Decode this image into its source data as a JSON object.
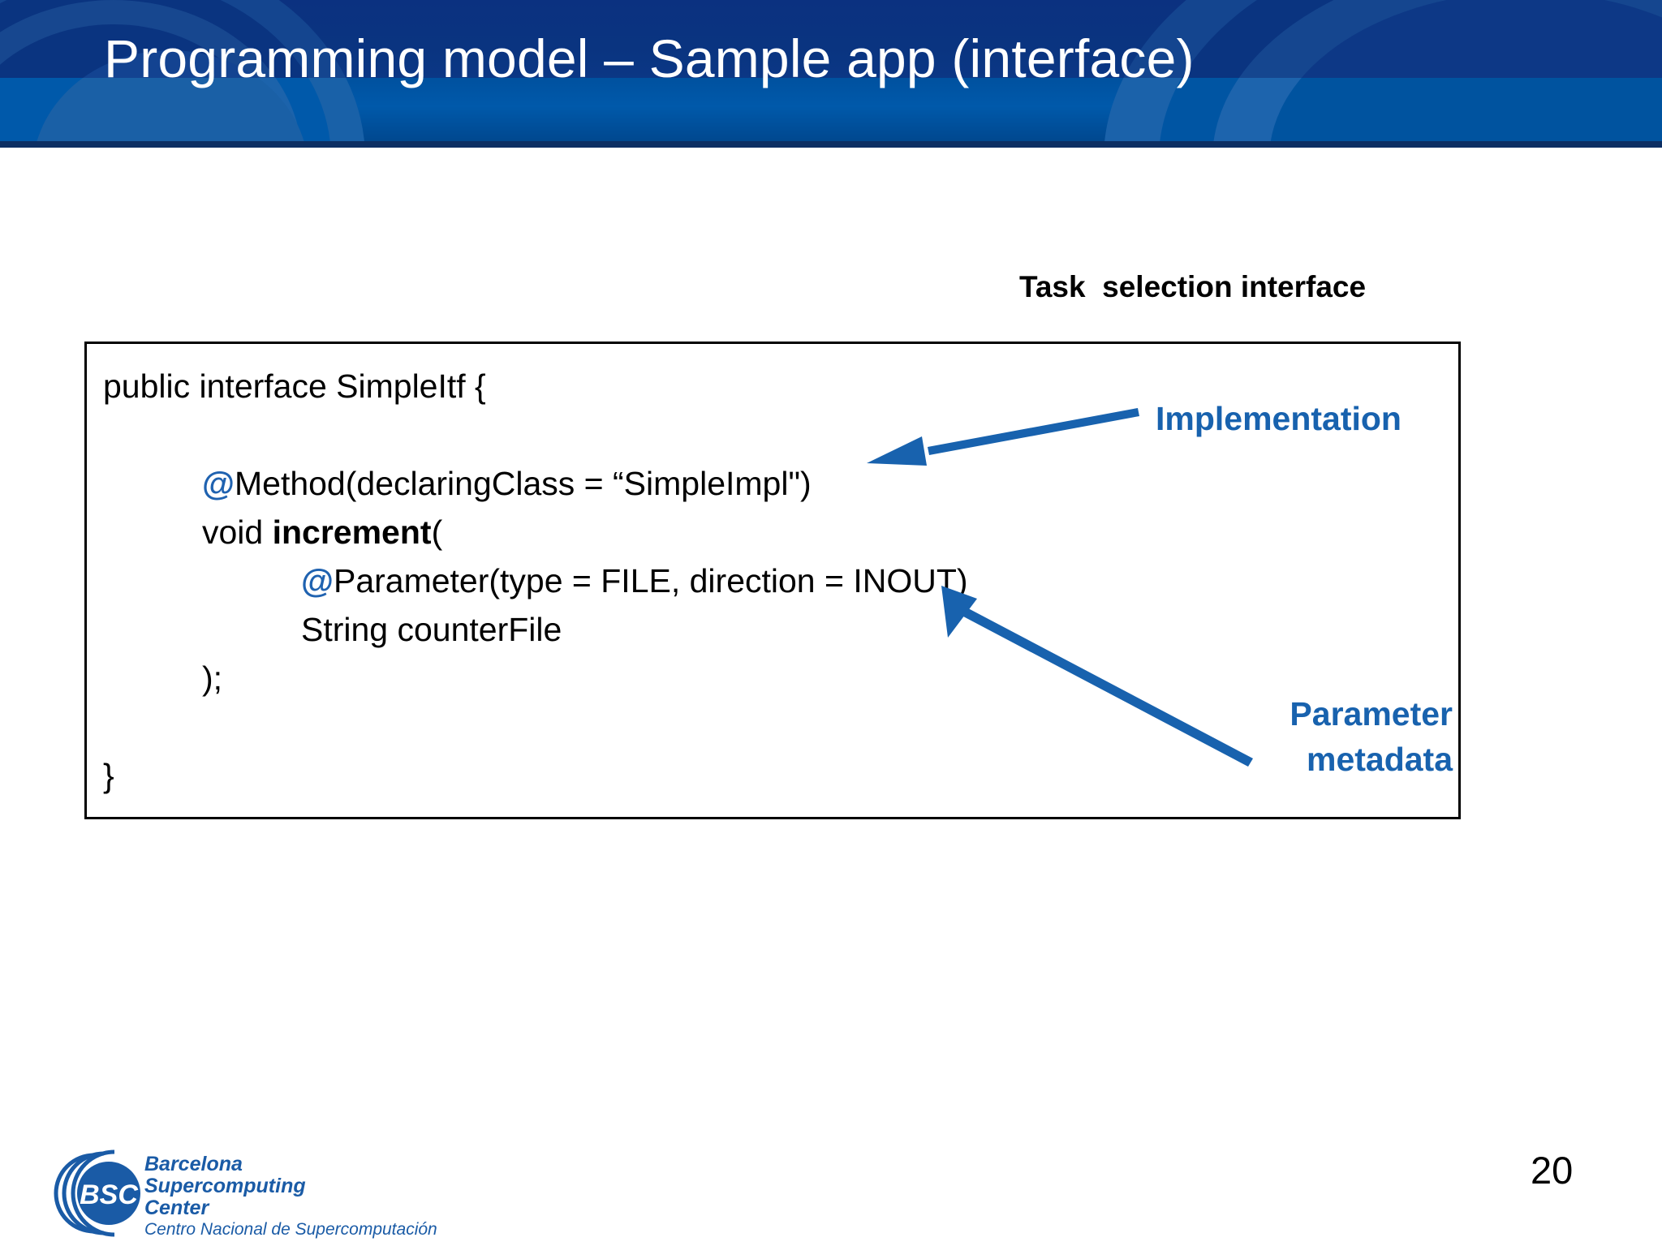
{
  "slide": {
    "title": "Programming model – Sample app (interface)",
    "page_number": "20"
  },
  "colors": {
    "banner_top": "#0a3480",
    "banner_bottom": "#0059aa",
    "banner_rule": "#0d2f63",
    "annotation_blue": "#1862ae",
    "at_sign_blue": "#1f62b0",
    "logo_blue": "#1a5ba6",
    "box_border": "#000000",
    "title_text": "#ffffff"
  },
  "callouts": {
    "task_selection": "Task  selection interface"
  },
  "code": {
    "lines": [
      {
        "indent": 0,
        "segments": [
          {
            "text": "public interface SimpleItf {",
            "style": "plain"
          }
        ]
      },
      {
        "indent": 0,
        "segments": [
          {
            "text": "",
            "style": "plain"
          }
        ]
      },
      {
        "indent": 1,
        "segments": [
          {
            "text": "@",
            "style": "at"
          },
          {
            "text": "Method(declaringClass = “SimpleImpl\")",
            "style": "plain"
          }
        ]
      },
      {
        "indent": 1,
        "segments": [
          {
            "text": "void ",
            "style": "plain"
          },
          {
            "text": "increment",
            "style": "bold"
          },
          {
            "text": "(",
            "style": "plain"
          }
        ]
      },
      {
        "indent": 2,
        "segments": [
          {
            "text": "@",
            "style": "at"
          },
          {
            "text": "Parameter(type = FILE, direction = INOUT)",
            "style": "plain"
          }
        ]
      },
      {
        "indent": 2,
        "segments": [
          {
            "text": "String counterFile",
            "style": "plain"
          }
        ]
      },
      {
        "indent": 1,
        "segments": [
          {
            "text": ");",
            "style": "plain"
          }
        ]
      },
      {
        "indent": 0,
        "segments": [
          {
            "text": "",
            "style": "plain"
          }
        ]
      },
      {
        "indent": 0,
        "segments": [
          {
            "text": "}",
            "style": "plain"
          }
        ]
      }
    ]
  },
  "annotations": {
    "implementation": "Implementation",
    "parameter_metadata_line1": "Parameter",
    "parameter_metadata_line2": "metadata"
  },
  "logo": {
    "mark_text": "BSC",
    "line1": "Barcelona",
    "line2": "Supercomputing",
    "line3": "Center",
    "subtitle": "Centro Nacional de Supercomputación"
  }
}
